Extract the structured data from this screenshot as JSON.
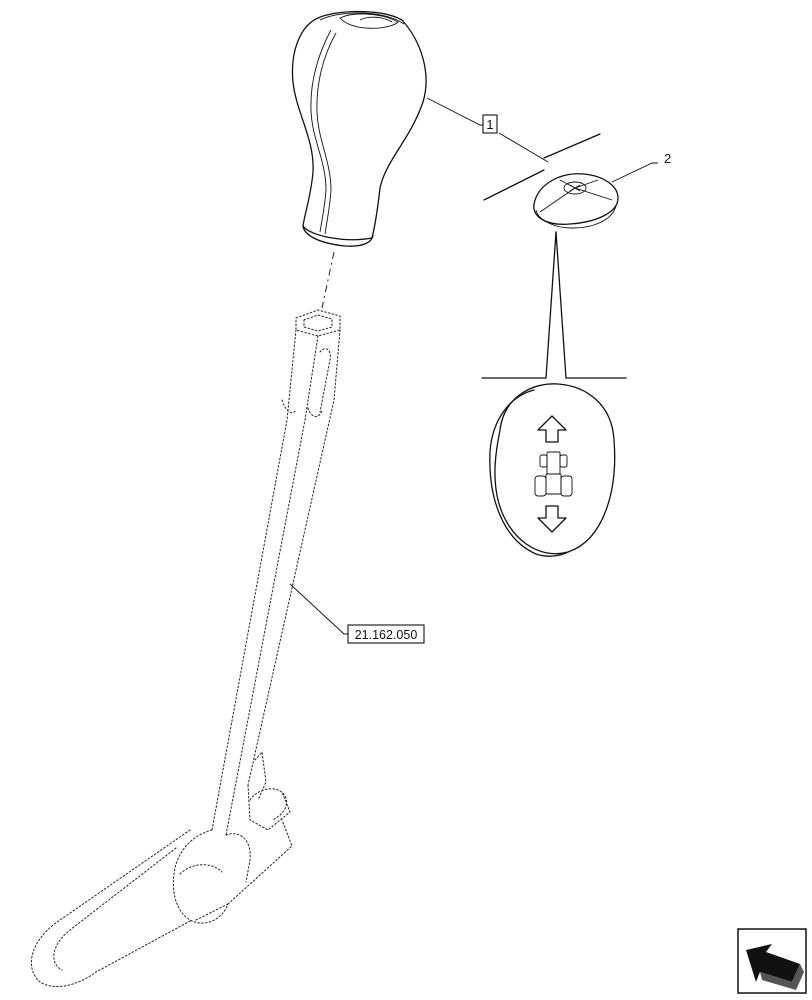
{
  "callouts": {
    "item_1": "1",
    "item_2": "2",
    "reference": "21.162.050"
  },
  "icons": {
    "decal": [
      "arrow-up-icon",
      "tractor-icon",
      "arrow-down-icon"
    ],
    "navigation": "back-arrow-icon"
  },
  "colors": {
    "line": "#111111",
    "background": "#ffffff"
  }
}
